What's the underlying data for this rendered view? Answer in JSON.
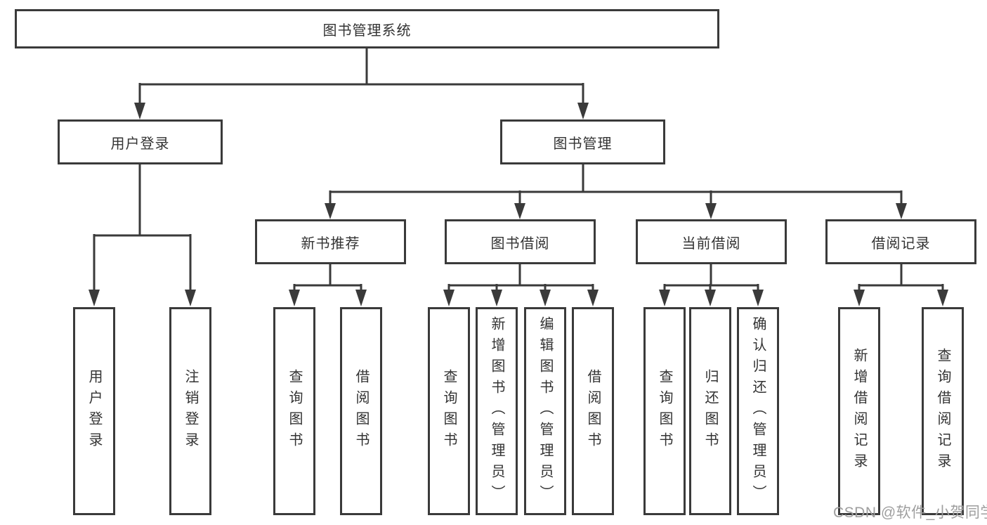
{
  "diagram": {
    "root": {
      "label": "图书管理系统"
    },
    "level2": [
      {
        "id": "user-login",
        "label": "用户登录"
      },
      {
        "id": "book-management",
        "label": "图书管理"
      }
    ],
    "level3": [
      {
        "id": "new-book-recommend",
        "label": "新书推荐",
        "parent": "图书管理"
      },
      {
        "id": "book-borrowing",
        "label": "图书借阅",
        "parent": "图书管理"
      },
      {
        "id": "current-borrowing",
        "label": "当前借阅",
        "parent": "图书管理"
      },
      {
        "id": "borrowing-records",
        "label": "借阅记录",
        "parent": "图书管理"
      }
    ],
    "leaves": [
      {
        "id": "user-login-leaf",
        "label": "用户登录",
        "parent": "用户登录"
      },
      {
        "id": "logout",
        "label": "注销登录",
        "parent": "用户登录"
      },
      {
        "id": "query-book-recommend",
        "label": "查询图书",
        "parent": "新书推荐"
      },
      {
        "id": "borrow-book-recommend",
        "label": "借阅图书",
        "parent": "新书推荐"
      },
      {
        "id": "query-book-borrowing",
        "label": "查询图书",
        "parent": "图书借阅"
      },
      {
        "id": "add-book-admin",
        "label": "新增图书（管理员）",
        "parent": "图书借阅"
      },
      {
        "id": "edit-book-admin",
        "label": "编辑图书（管理员）",
        "parent": "图书借阅"
      },
      {
        "id": "borrow-book-borrowing",
        "label": "借阅图书",
        "parent": "图书借阅"
      },
      {
        "id": "query-book-current",
        "label": "查询图书",
        "parent": "当前借阅"
      },
      {
        "id": "return-book",
        "label": "归还图书",
        "parent": "当前借阅"
      },
      {
        "id": "confirm-return-admin",
        "label": "确认归还（管理员）",
        "parent": "当前借阅"
      },
      {
        "id": "add-borrow-record",
        "label": "新增借阅记录",
        "parent": "借阅记录"
      },
      {
        "id": "query-borrow-record",
        "label": "查询借阅记录",
        "parent": "借阅记录"
      }
    ]
  },
  "watermark": "CSDN @软件_小贺同学",
  "colors": {
    "line": "#3a3a3a",
    "box_border": "#3a3a3a",
    "text": "#333333",
    "background": "#ffffff",
    "watermark": "#9e9e9e"
  }
}
